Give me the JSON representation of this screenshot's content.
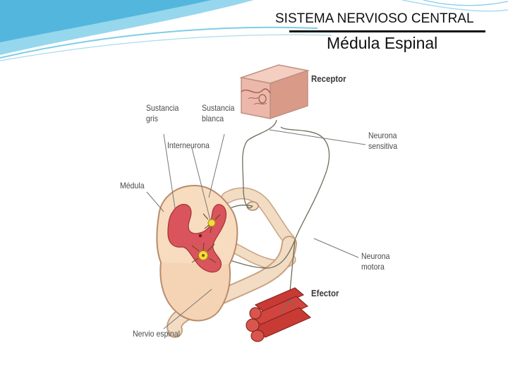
{
  "slide": {
    "title": "SISTEMA NERVIOSO CENTRAL",
    "subtitle": "Médula Espinal"
  },
  "diagram": {
    "labels": {
      "sustancia_gris": "Sustancia\ngris",
      "sustancia_blanca": "Sustancia\nblanca",
      "interneurona": "Interneurona",
      "medula": "Médula",
      "receptor": "Receptor",
      "neurona_sensitiva": "Neurona\nsensitiva",
      "neurona_motora": "Neurona\nmotora",
      "efector": "Efector",
      "nervio_espinal": "Nervio espinal"
    },
    "colors": {
      "header_swoosh": "#3fb6e0",
      "cord_fill": "#f8dcc0",
      "grey_matter": "#d9545c",
      "skin": "#ecb8ac",
      "muscle": "#c83a34",
      "nerve_fill": "#f3dcc4",
      "neuron_yellow": "#f3dc3c"
    }
  }
}
